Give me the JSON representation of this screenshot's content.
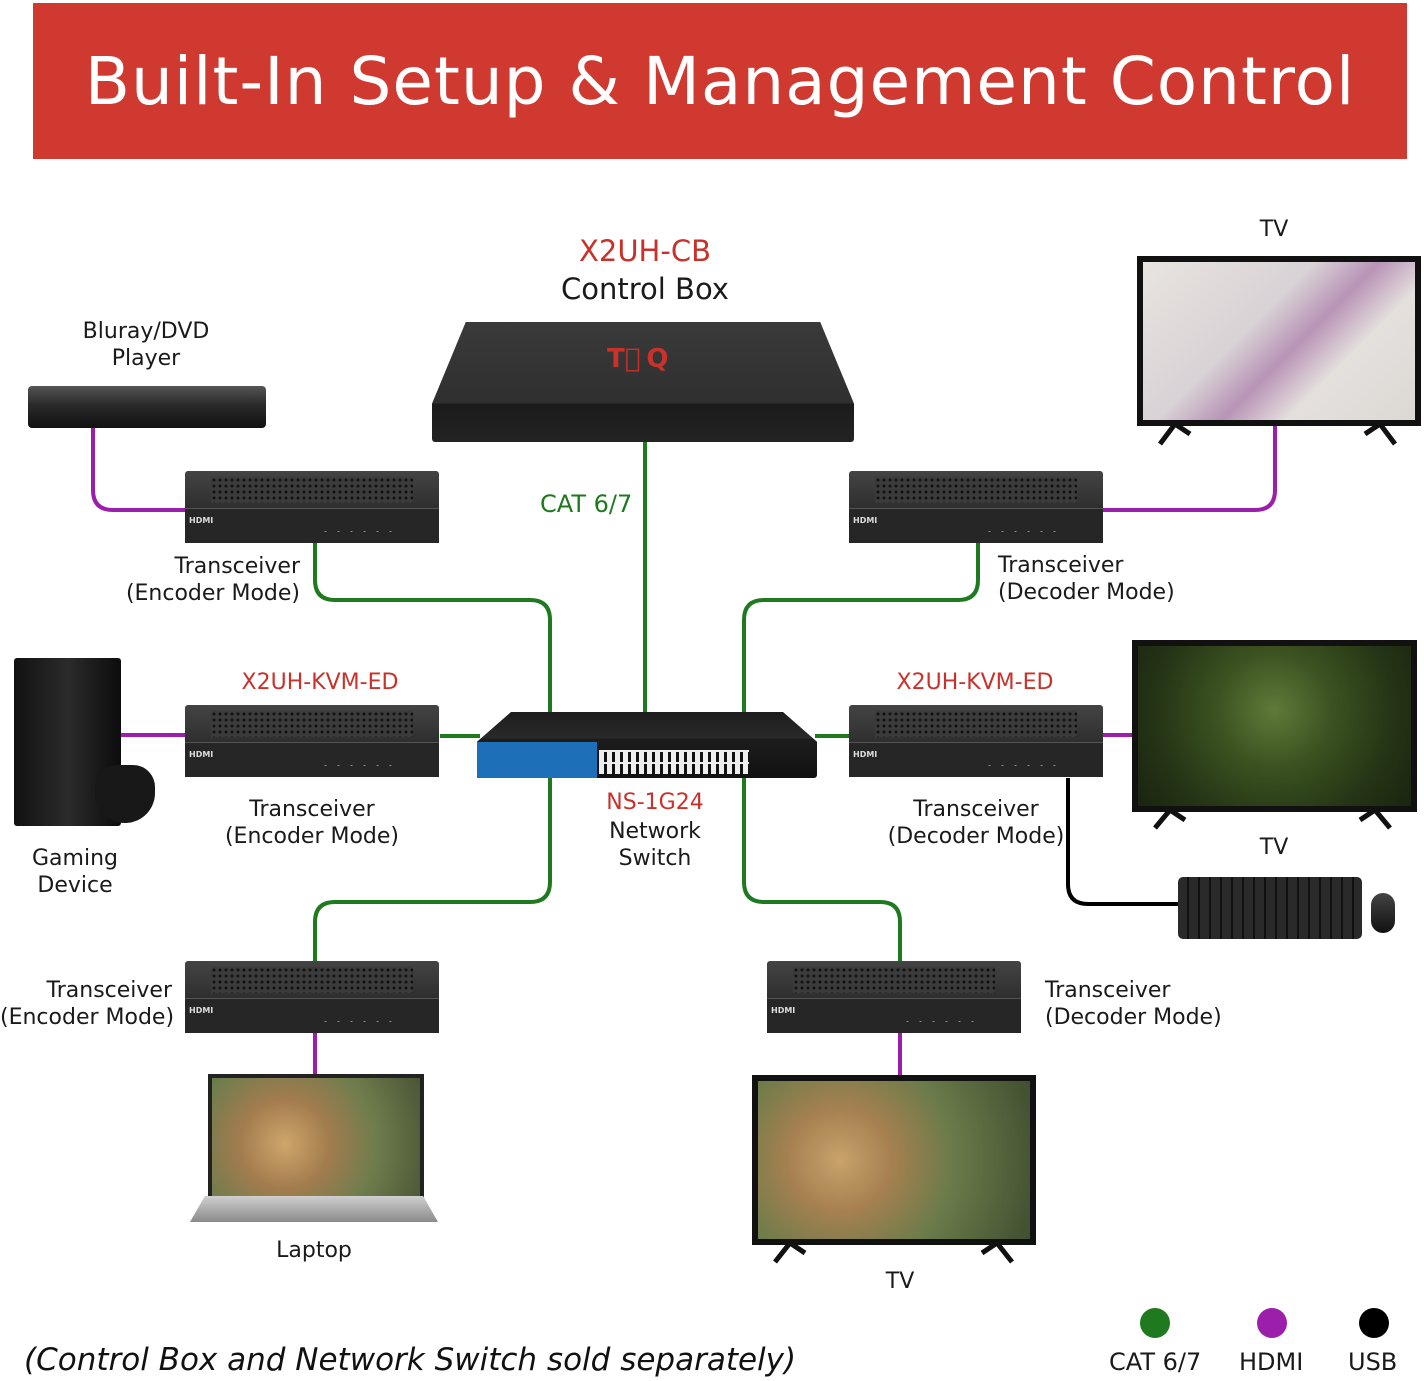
{
  "title": "Built-In Setup & Management Control",
  "colors": {
    "banner": "#d0392f",
    "cat": "#1f7a1f",
    "hdmi": "#9b1faa",
    "usb": "#000000",
    "model_red": "#c8322b"
  },
  "control_box": {
    "model": "X2UH-CB",
    "name": "Control Box"
  },
  "network_switch": {
    "model": "NS-1G24",
    "name_line1": "Network",
    "name_line2": "Switch"
  },
  "cat_label": "CAT 6/7",
  "devices": {
    "bluray": {
      "line1": "Bluray/DVD",
      "line2": "Player"
    },
    "gaming": {
      "line1": "Gaming",
      "line2": "Device"
    },
    "laptop": "Laptop",
    "tv_top": "TV",
    "tv_mid": "TV",
    "tv_bottom": "TV"
  },
  "transceivers": {
    "encoder_line1": "Transceiver",
    "encoder_line2": "(Encoder Mode)",
    "decoder_line1": "Transceiver",
    "decoder_line2": "(Decoder Mode)",
    "kvm_model": "X2UH-KVM-ED"
  },
  "legend": [
    {
      "label": "CAT 6/7",
      "color": "#1f7a1f"
    },
    {
      "label": "HDMI",
      "color": "#9b1faa"
    },
    {
      "label": "USB",
      "color": "#000000"
    }
  ],
  "footnote": "(Control Box and Network Switch sold separately)"
}
